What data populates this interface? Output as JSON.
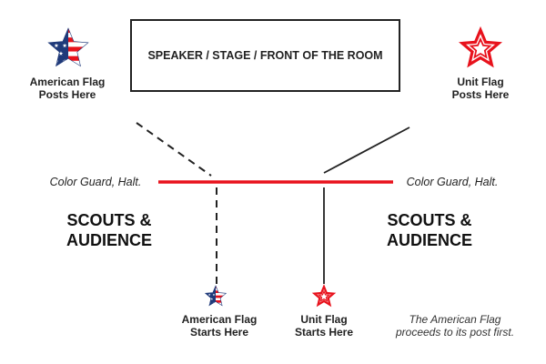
{
  "stage": {
    "label": "SPEAKER / STAGE / FRONT OF THE ROOM"
  },
  "posts": {
    "american": {
      "line1": "American Flag",
      "line2": "Posts Here"
    },
    "unit": {
      "line1": "Unit Flag",
      "line2": "Posts Here"
    }
  },
  "halt": {
    "left": "Color Guard, Halt.",
    "right": "Color Guard, Halt."
  },
  "audience": {
    "left": {
      "line1": "SCOUTS &",
      "line2": "AUDIENCE"
    },
    "right": {
      "line1": "SCOUTS &",
      "line2": "AUDIENCE"
    }
  },
  "starts": {
    "american": {
      "line1": "American Flag",
      "line2": "Starts Here"
    },
    "unit": {
      "line1": "Unit Flag",
      "line2": "Starts Here"
    }
  },
  "note": {
    "line1": "The American Flag",
    "line2": "proceeds to its post first."
  },
  "colors": {
    "red": "#e8121c",
    "navy": "#1f3a7a",
    "line": "#222222"
  },
  "icons": {
    "american_flag": "american-flag-star-icon",
    "unit_flag": "outlined-red-star-icon"
  }
}
